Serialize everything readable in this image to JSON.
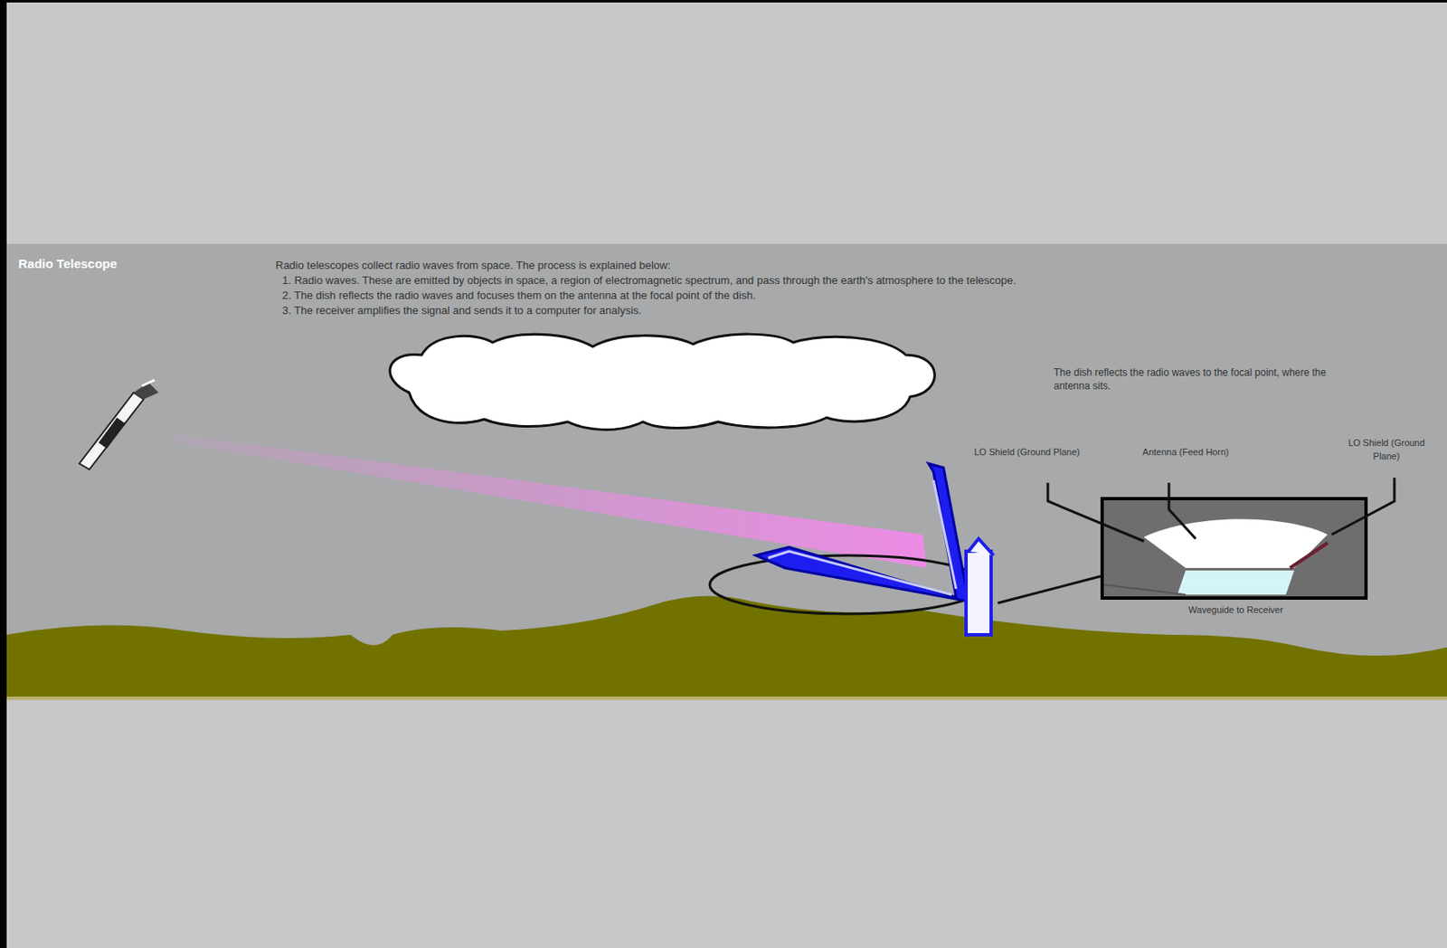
{
  "diagram": {
    "title": "Radio Telescope",
    "labels": [
      "Radio telescopes collect radio waves from space. The process is explained below:",
      "1. Radio waves. These are emitted by objects in space, a region of electromagnetic spectrum, and pass through the earth's atmosphere to the telescope.",
      "2. The dish reflects the radio waves and focuses them on the antenna at the focal point of the dish.",
      "3. The receiver amplifies the signal and sends it to a computer for analysis.",
      "The dish reflects the radio waves to the focal point, where the antenna sits.",
      "LO Shield (Ground Plane)",
      "Antenna (Feed Horn)",
      "LO Shield (Ground Plane)",
      "Waveguide to Receiver"
    ]
  }
}
